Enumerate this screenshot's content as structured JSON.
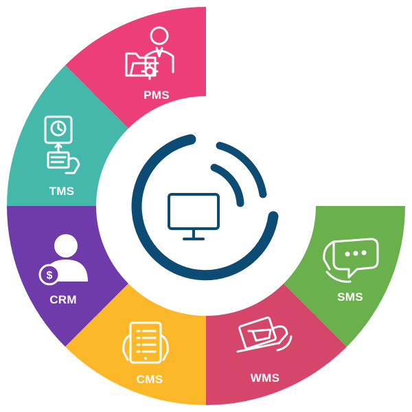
{
  "segments": [
    {
      "id": "pms",
      "label": "PMS",
      "icon": "folder-gear-person-icon",
      "color": "#EC3E78"
    },
    {
      "id": "tms",
      "label": "TMS",
      "icon": "clock-hand-document-icon",
      "color": "#45B8AC"
    },
    {
      "id": "crm",
      "label": "CRM",
      "icon": "person-dollar-icon",
      "color": "#6F3BAA"
    },
    {
      "id": "cms",
      "label": "CMS",
      "icon": "tablet-list-hands-icon",
      "color": "#FDB82A"
    },
    {
      "id": "wms",
      "label": "WMS",
      "icon": "laptop-cart-icon",
      "color": "#D5466A"
    },
    {
      "id": "sms",
      "label": "SMS",
      "icon": "chat-bubble-hands-icon",
      "color": "#6AB04C"
    }
  ],
  "center": {
    "icon": "monitor-wireless-icon",
    "color": "#0C4B73"
  }
}
